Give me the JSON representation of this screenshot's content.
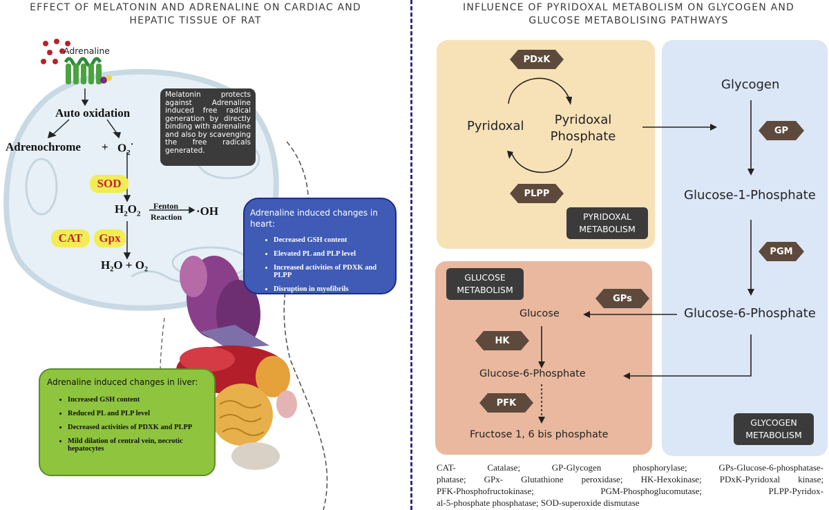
{
  "left": {
    "title_line1": "EFFECT OF MELATONIN AND ADRENALINE ON CARDIAC AND",
    "title_line2": "HEPATIC TISSUE OF RAT",
    "adrenaline_label": "Adrenaline",
    "auto_oxidation": "Auto oxidation",
    "adrenochrome": "Adrenochrome",
    "plus": "+",
    "o2": "O",
    "o2_sub": "2",
    "o2_dot": "·",
    "sod": "SOD",
    "h2o2_h": "H",
    "h2o2_sub1": "2",
    "h2o2_o": "O",
    "h2o2_sub2": "2",
    "fenton": "Fenton",
    "reaction": "Reaction",
    "oh": "·OH",
    "cat": "CAT",
    "gpx": "Gpx",
    "products": "H₂O + O₂",
    "melatonin_note": "Melatonin protects against Adrenaline induced free radical generation by directly binding with adrenaline and also by scavenging the free radicals generated.",
    "heart_box": {
      "title": "Adrenaline induced changes in heart:",
      "items": [
        "Decreased GSH content",
        "Elevated PL and PLP level",
        "Increased activities of PDXK and PLPP",
        "Disruption in myofibrils"
      ]
    },
    "liver_box": {
      "title": "Adrenaline induced changes in liver:",
      "items": [
        "Increased GSH content",
        "Reduced PL and PLP level",
        "Decreased activities of PDXK and PLPP",
        "Mild dilation of central vein, necrotic hepatocytes"
      ]
    }
  },
  "right": {
    "title_line1": "INFLUENCE OF PYRIDOXAL METABOLISM ON GLYCOGEN AND",
    "title_line2": "GLUCOSE METABOLISING PATHWAYS",
    "pdxk": "PDxK",
    "plpp": "PLPP",
    "pyridoxal": "Pyridoxal",
    "pyridoxal_phosphate_1": "Pyridoxal",
    "pyridoxal_phosphate_2": "Phosphate",
    "pyridoxal_metabolism_1": "PYRIDOXAL",
    "pyridoxal_metabolism_2": "METABOLISM",
    "glycogen": "Glycogen",
    "gp": "GP",
    "glucose_1_phosphate": "Glucose-1-Phosphate",
    "pgm": "PGM",
    "glucose_6_phosphate": "Glucose-6-Phosphate",
    "glycogen_metabolism_1": "GLYCOGEN",
    "glycogen_metabolism_2": "METABOLISM",
    "glucose_metabolism_1": "GLUCOSE",
    "glucose_metabolism_2": "METABOLISM",
    "gps": "GPs",
    "glucose": "Glucose",
    "hk": "HK",
    "glucose_6_phosphate_small": "Glucose-6-Phosphate",
    "pfk": "PFK",
    "fructose": "Fructose 1, 6 bis phosphate",
    "abbrev_lines": [
      "CAT- Catalase; GP-Glycogen phosphorylase; GPs-Glucose-6-phosphatase-",
      "phatase; GPx- Glutathione peroxidase; HK-Hexokinase; PDxK-Pyridoxal kinase;",
      "PFK-Phosphofructokinase; PGM-Phosphoglucomutase; PLPP-Pyridox-",
      "al-5-phosphate phosphatase; SOD-superoxide dismutase"
    ]
  },
  "colors": {
    "divider": "#2b2b8a",
    "pyridoxal_bg": "#f7e2b8",
    "glycogen_bg": "#dbe6f6",
    "glucose_bg": "#e9b89e",
    "hex": "#5e4a3c",
    "heart_box": "#3f5bb5",
    "liver_box": "#8fc43f"
  }
}
